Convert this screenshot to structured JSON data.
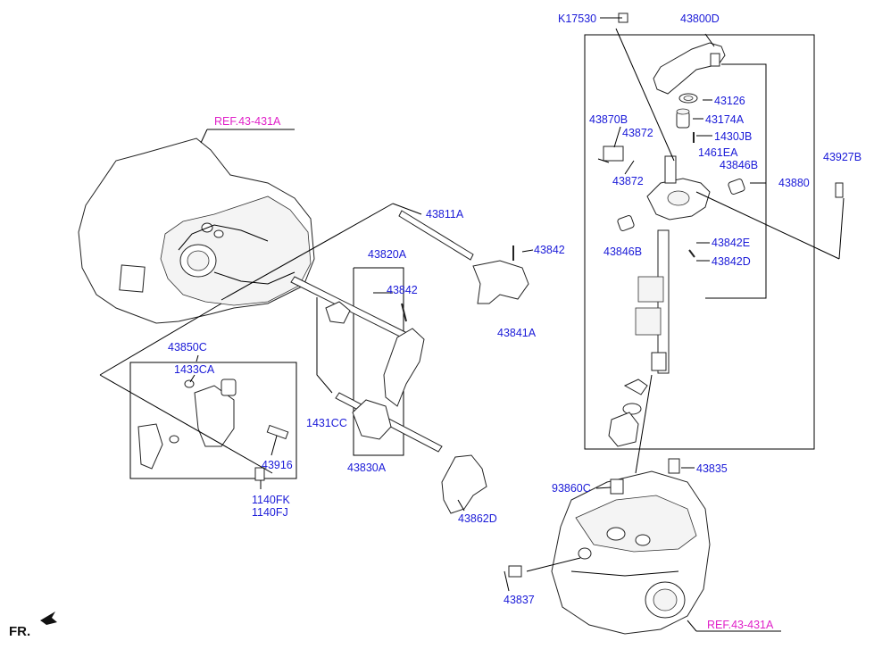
{
  "labels": {
    "k17530": "K17530",
    "l43800d": "43800D",
    "l43126": "43126",
    "l43174a": "43174A",
    "l1430jb": "1430JB",
    "l1461ea": "1461EA",
    "l43846b_top": "43846B",
    "l43880": "43880",
    "l43870b": "43870B",
    "l43872_a": "43872",
    "l43872_b": "43872",
    "l43846b_bot": "43846B",
    "l43842e": "43842E",
    "l43842d": "43842D",
    "l43927b": "43927B",
    "l43811a": "43811A",
    "l43842_top": "43842",
    "l43820a": "43820A",
    "l43842_mid": "43842",
    "l43841a": "43841A",
    "l43850c": "43850C",
    "l1433ca": "1433CA",
    "l1431cc": "1431CC",
    "l43916": "43916",
    "l43830a": "43830A",
    "l1140fk": "1140FK",
    "l1140fj": "1140FJ",
    "l43862d": "43862D",
    "l93860c": "93860C",
    "l43835": "43835",
    "l43837": "43837"
  },
  "references": {
    "ref_top": "REF.43-431A",
    "ref_bottom": "REF.43-431A"
  },
  "direction": {
    "fr": "FR."
  },
  "colors": {
    "part_number": "#1a1ad8",
    "reference": "#e020c8",
    "line": "#000000"
  }
}
